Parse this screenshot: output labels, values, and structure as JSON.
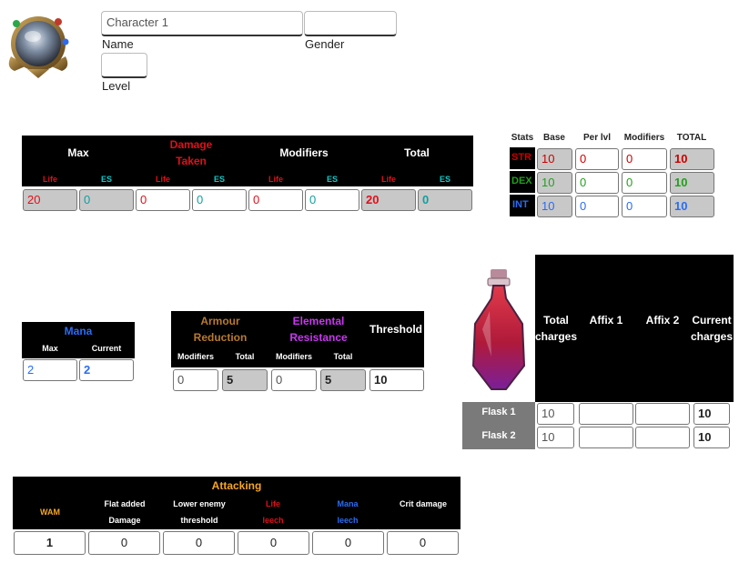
{
  "colors": {
    "life": "#e0101a",
    "es": "#11c9c9",
    "mana": "#2a6cf5",
    "str": "#cc0000",
    "dex": "#22a01c",
    "int": "#2a6cf5",
    "armour": "#b87a2e",
    "elemental": "#c837f0",
    "attacking": "#f5a623",
    "header_bg": "#000000",
    "readonly_bg": "#c8c8c8",
    "flask_row_bg": "#7a7a7a"
  },
  "character": {
    "name_value": "Character 1",
    "name_label": "Name",
    "gender_value": "",
    "gender_label": "Gender",
    "level_value": "",
    "level_label": "Level",
    "avatar_icon": "orb-icon"
  },
  "life_table": {
    "headers": {
      "max": "Max",
      "damage_taken": "Damage Taken",
      "modifiers": "Modifiers",
      "total": "Total"
    },
    "sub": {
      "life": "Life",
      "es": "ES"
    },
    "values": {
      "max_life": "20",
      "max_es": "0",
      "dmg_life": "0",
      "dmg_es": "0",
      "mod_life": "0",
      "mod_es": "0",
      "total_life": "20",
      "total_es": "0"
    }
  },
  "stats": {
    "headers": {
      "stats": "Stats",
      "base": "Base",
      "per_lvl": "Per lvl",
      "modifiers": "Modifiers",
      "total": "TOTAL"
    },
    "rows": [
      {
        "name": "STR",
        "base": "10",
        "per_lvl": "0",
        "modifiers": "0",
        "total": "10"
      },
      {
        "name": "DEX",
        "base": "10",
        "per_lvl": "0",
        "modifiers": "0",
        "total": "10"
      },
      {
        "name": "INT",
        "base": "10",
        "per_lvl": "0",
        "modifiers": "0",
        "total": "10"
      }
    ]
  },
  "mana": {
    "title": "Mana",
    "max_label": "Max",
    "current_label": "Current",
    "max": "2",
    "current": "2"
  },
  "defence": {
    "armour_title": "Armour Reduction",
    "elemental_title": "Elemental Resistance",
    "threshold_title": "Threshold",
    "modifiers_label": "Modifiers",
    "total_label": "Total",
    "armour_mod": "0",
    "armour_total": "5",
    "elemental_mod": "0",
    "elemental_total": "5",
    "threshold": "10"
  },
  "flasks": {
    "icon": "flask-icon",
    "headers": {
      "total_charges": "Total charges",
      "affix1": "Affix 1",
      "affix2": "Affix 2",
      "current_charges": "Current charges"
    },
    "rows": [
      {
        "name": "Flask 1",
        "total": "10",
        "affix1": "",
        "affix2": "",
        "current": "10"
      },
      {
        "name": "Flask 2",
        "total": "10",
        "affix1": "",
        "affix2": "",
        "current": "10"
      }
    ]
  },
  "attacking": {
    "title": "Attacking",
    "headers": {
      "wam": "WAM",
      "flat": "Flat added Damage",
      "lower": "Lower enemy threshold",
      "life_leech": "Life leech",
      "mana_leech": "Mana leech",
      "crit": "Crit damage"
    },
    "values": {
      "wam": "1",
      "flat": "0",
      "lower": "0",
      "life_leech": "0",
      "mana_leech": "0",
      "crit": "0"
    }
  }
}
